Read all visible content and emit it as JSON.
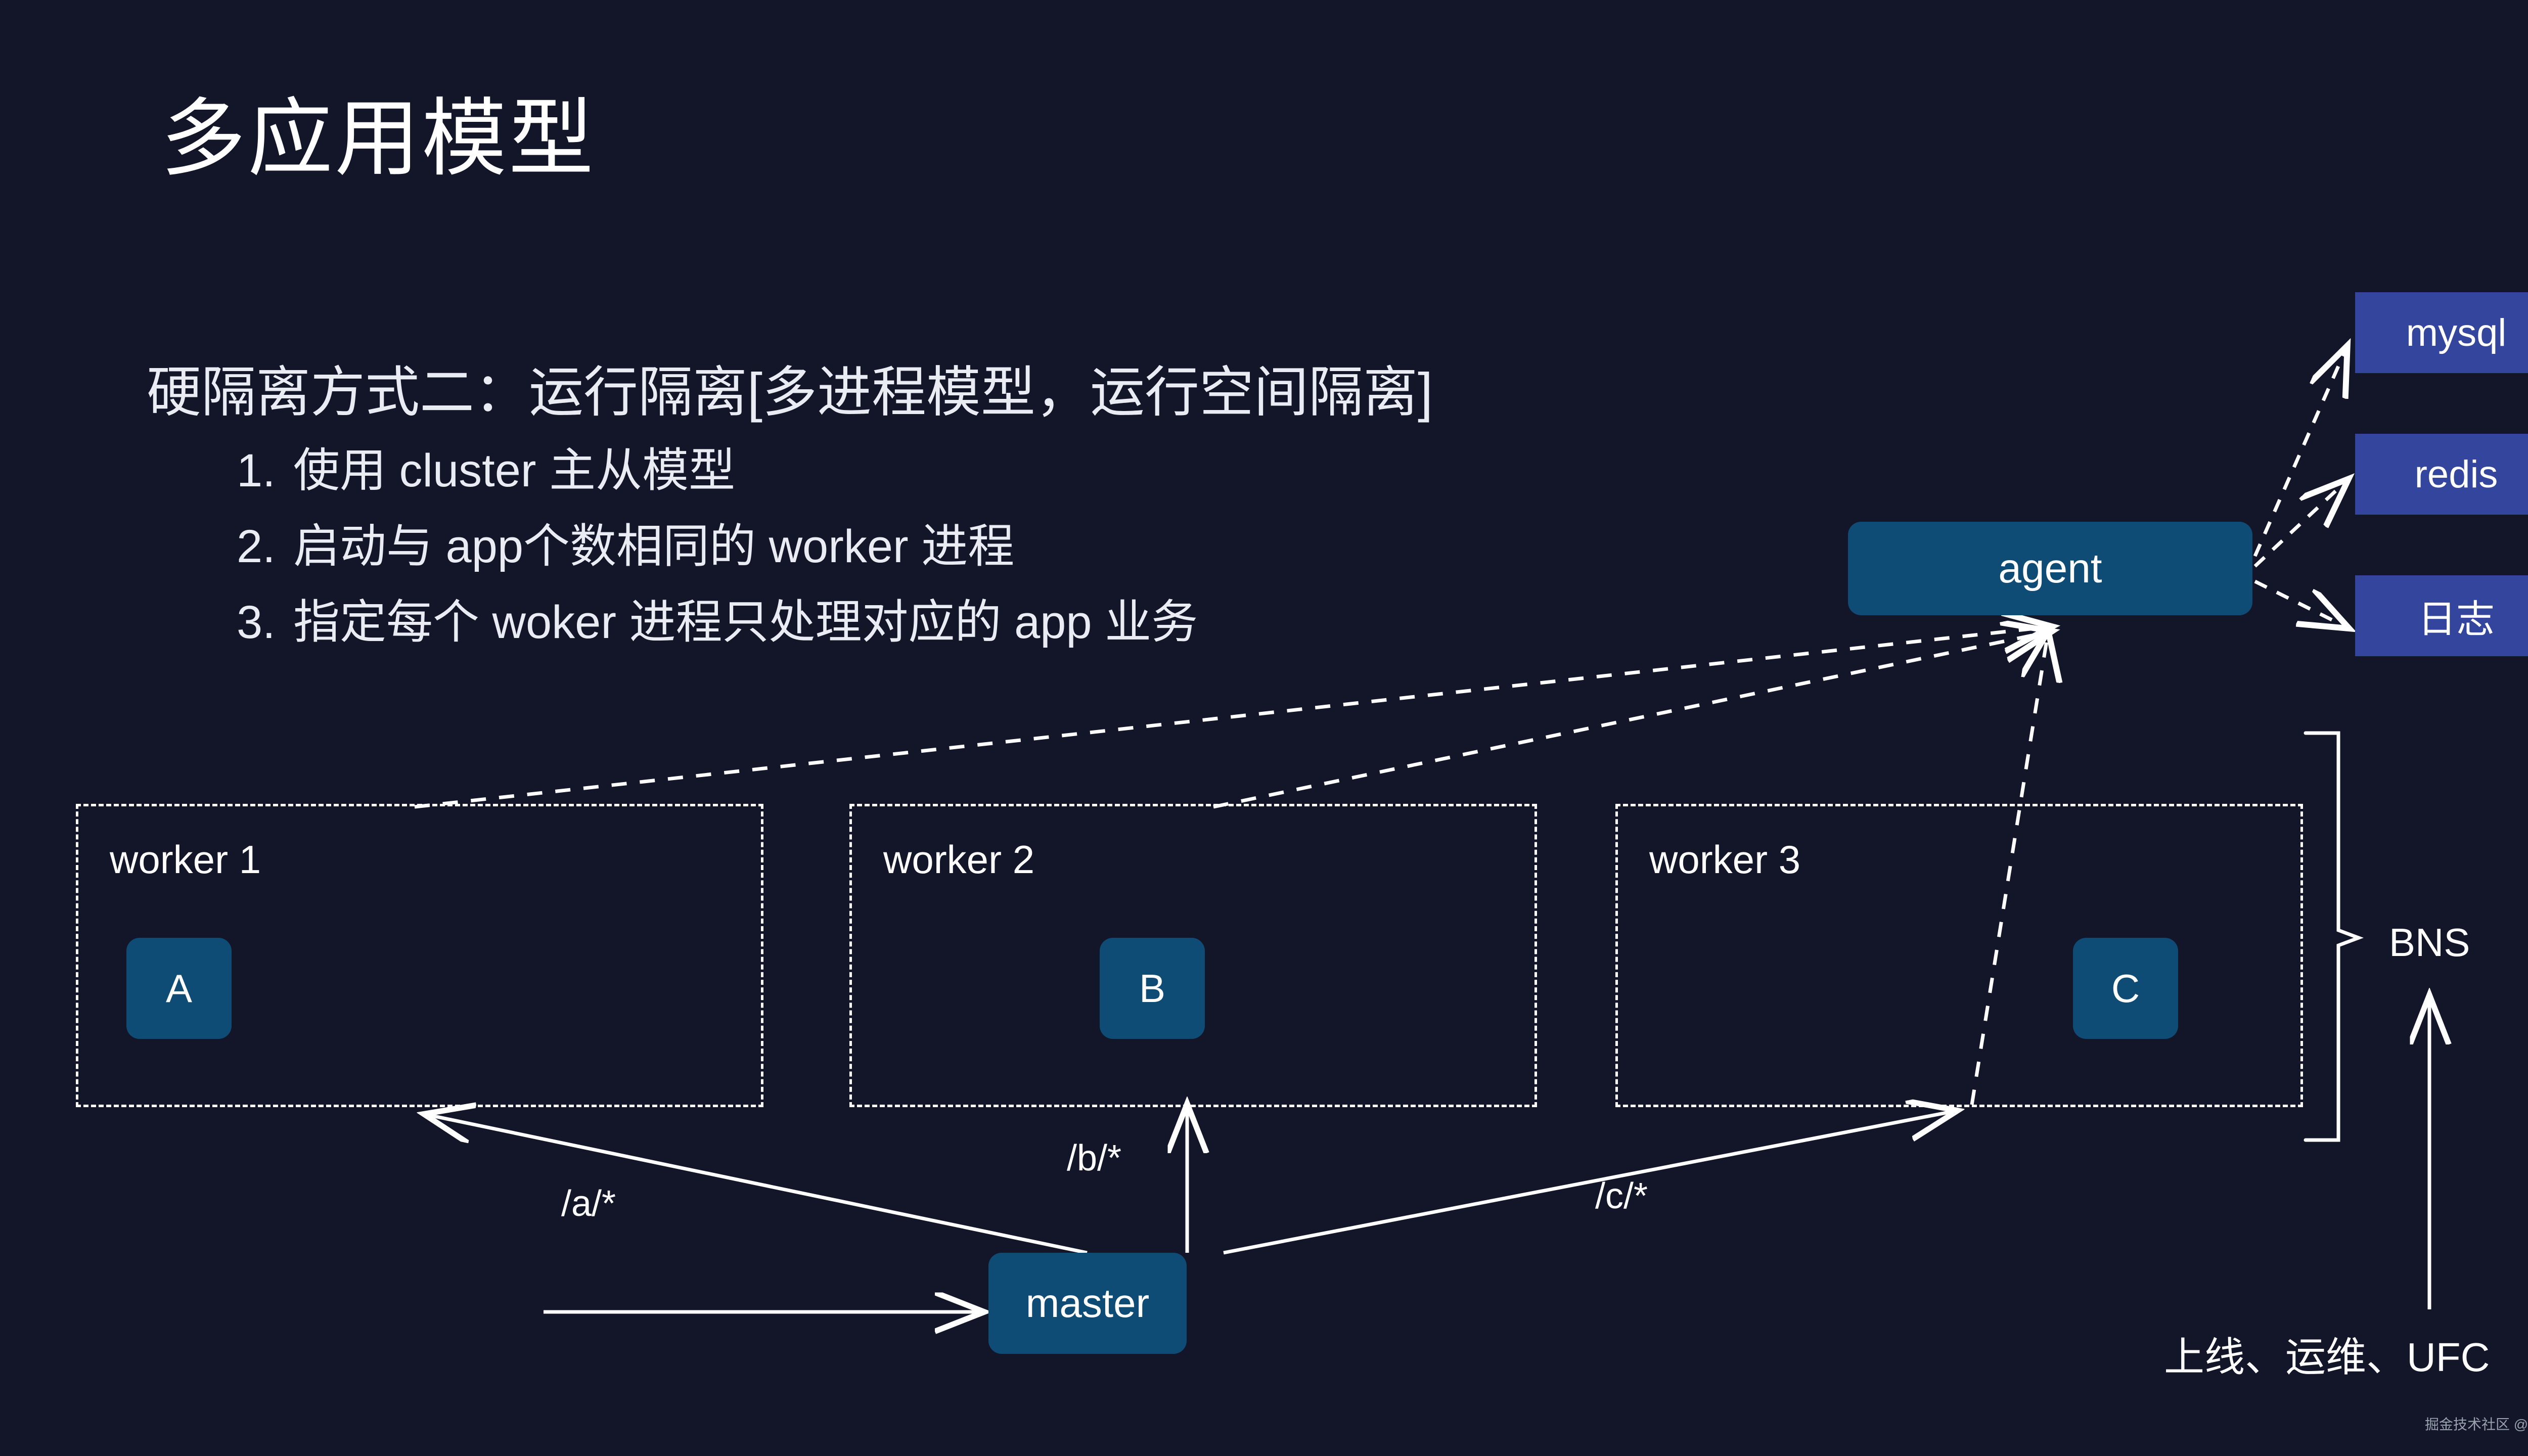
{
  "slide": {
    "title": "多应用模型",
    "subtitle": "硬隔离方式二：运行隔离[多进程模型，运行空间隔离]",
    "bullets": [
      {
        "num": "1.",
        "text": "使用 cluster 主从模型"
      },
      {
        "num": "2.",
        "text": "启动与 app个数相同的 worker 进程"
      },
      {
        "num": "3.",
        "text": "指定每个 woker 进程只处理对应的 app 业务"
      }
    ],
    "watermark": "掘金技术社区 @ 张亚涛"
  },
  "diagram": {
    "agent": {
      "label": "agent"
    },
    "master": {
      "label": "master"
    },
    "workers": [
      {
        "label": "worker 1",
        "app": "A"
      },
      {
        "label": "worker 2",
        "app": "B"
      },
      {
        "label": "worker 3",
        "app": "C"
      }
    ],
    "services": [
      {
        "label": "mysql"
      },
      {
        "label": "redis"
      },
      {
        "label": "日志"
      }
    ],
    "route_labels": [
      {
        "label": "/a/*"
      },
      {
        "label": "/b/*"
      },
      {
        "label": "/c/*"
      }
    ],
    "bns_label": "BNS",
    "ops_label": "上线、运维、UFC"
  },
  "colors": {
    "background": "#131629",
    "node_teal": "#0f4c75",
    "node_blue": "#33459c",
    "stroke": "#ffffff",
    "text": "#ffffff",
    "text_muted": "#e9ecf2",
    "watermark": "#9aa0ae"
  }
}
